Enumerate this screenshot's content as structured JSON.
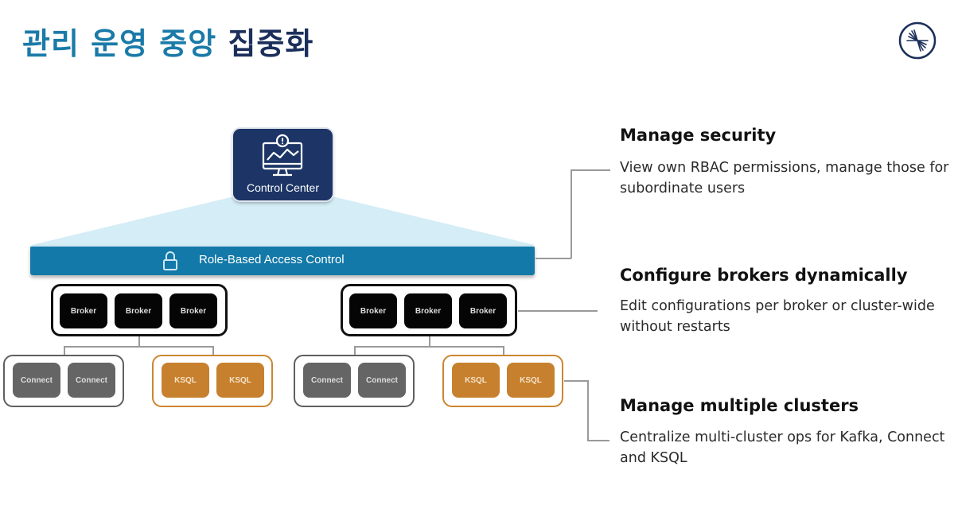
{
  "title": {
    "part1": "관리 운영 중앙",
    "part2": "집중화"
  },
  "logo": {
    "icon": "confluent-logo-icon"
  },
  "control_center": {
    "label": "Control Center",
    "icon": "monitor-alert-icon"
  },
  "rbac": {
    "label": "Role-Based Access Control",
    "icon": "lock-icon"
  },
  "clusters": [
    {
      "brokers": [
        "Broker",
        "Broker",
        "Broker"
      ],
      "connect": [
        "Connect",
        "Connect"
      ],
      "ksql": [
        "KSQL",
        "KSQL"
      ]
    },
    {
      "brokers": [
        "Broker",
        "Broker",
        "Broker"
      ],
      "connect": [
        "Connect",
        "Connect"
      ],
      "ksql": [
        "KSQL",
        "KSQL"
      ]
    }
  ],
  "features": [
    {
      "title": "Manage security",
      "description": "View own RBAC permissions, manage those for subordinate users"
    },
    {
      "title": "Configure brokers dynamically",
      "description": "Edit configurations per broker or cluster-wide without restarts"
    },
    {
      "title": "Manage multiple clusters",
      "description": "Centralize multi-cluster ops for Kafka, Connect and KSQL"
    }
  ],
  "colors": {
    "title_blue": "#1a7aa8",
    "title_navy": "#1b2f5a",
    "control_center_bg": "#1c3566",
    "rbac_bg": "#1379a8",
    "broker": "#050505",
    "connect": "#656565",
    "ksql": "#c7802e"
  }
}
